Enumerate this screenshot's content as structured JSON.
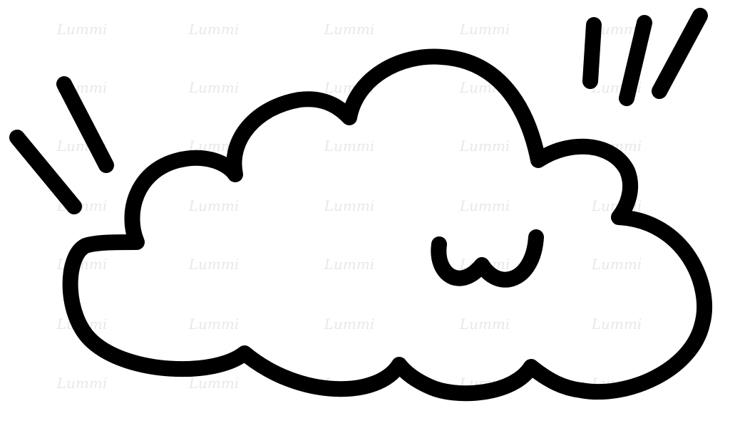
{
  "illustration": {
    "subject": "cloud",
    "expression": "w-mouth",
    "ink_color": "#000000",
    "background_color": "#ffffff"
  },
  "watermark": {
    "text": "Lummi",
    "color": "#e8e8e8"
  }
}
